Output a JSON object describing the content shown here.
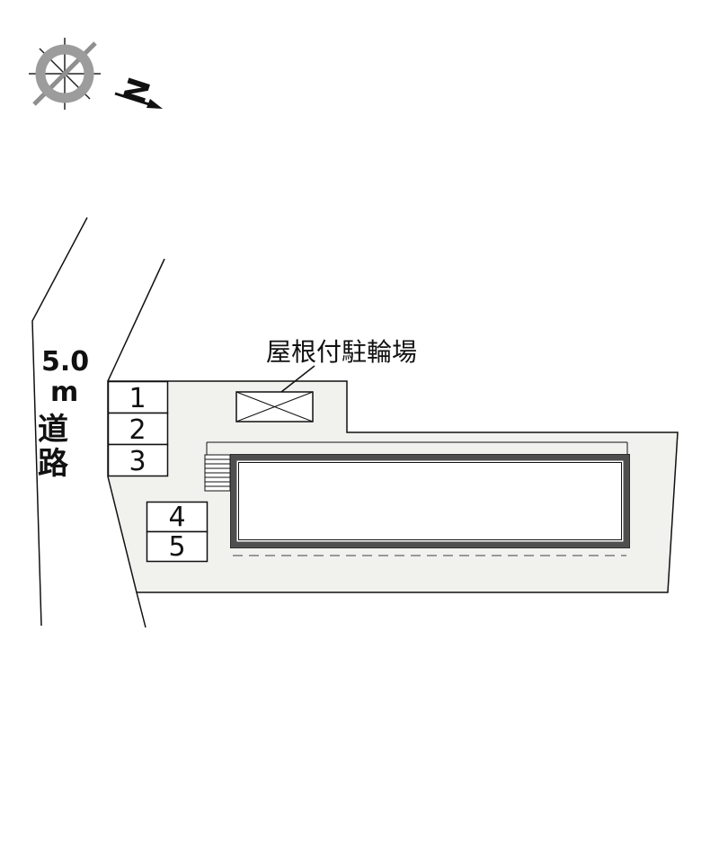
{
  "title": "site-plan",
  "compass": {
    "north_label": "N"
  },
  "road": {
    "label_lines": [
      "5.0",
      "m",
      "道",
      "路"
    ]
  },
  "site": {
    "bike_parking_label": "屋根付駐輪場"
  },
  "stalls": {
    "labels": [
      "1",
      "2",
      "3",
      "4",
      "5"
    ]
  },
  "colors": {
    "plot_fill": "#f1f1ee",
    "outline": "#111111",
    "building_band": "#4f4f4f",
    "compass_ring": "#9c9c9c",
    "dashed_line": "#999999"
  }
}
